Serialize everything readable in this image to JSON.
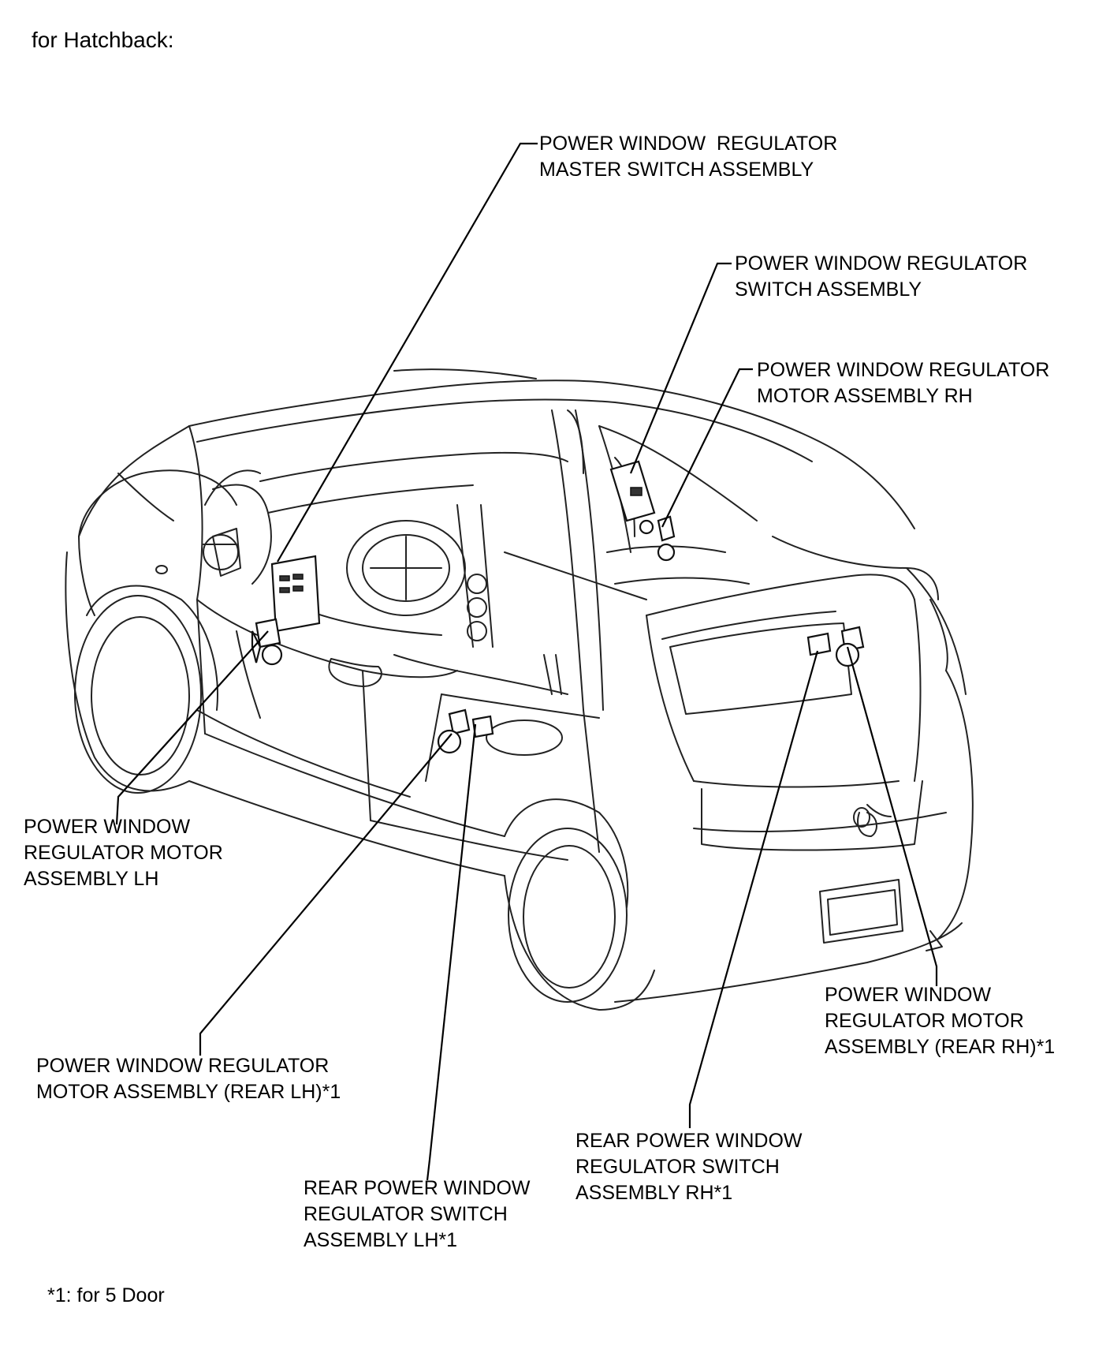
{
  "title": "for Hatchback:",
  "labels": {
    "master_switch": "POWER WINDOW  REGULATOR\nMASTER SWITCH ASSEMBLY",
    "switch_assembly": "POWER WINDOW REGULATOR\nSWITCH ASSEMBLY",
    "motor_rh": "POWER WINDOW REGULATOR\nMOTOR ASSEMBLY RH",
    "motor_lh": "POWER WINDOW\nREGULATOR MOTOR\nASSEMBLY LH",
    "motor_rear_rh": "POWER WINDOW\nREGULATOR MOTOR\nASSEMBLY (REAR RH)*1",
    "motor_rear_lh": "POWER WINDOW REGULATOR\nMOTOR ASSEMBLY (REAR LH)*1",
    "rear_switch_rh": "REAR POWER WINDOW\nREGULATOR SWITCH\nASSEMBLY RH*1",
    "rear_switch_lh": "REAR POWER WINDOW\nREGULATOR SWITCH\nASSEMBLY LH*1"
  },
  "footnote": "*1: for 5 Door"
}
